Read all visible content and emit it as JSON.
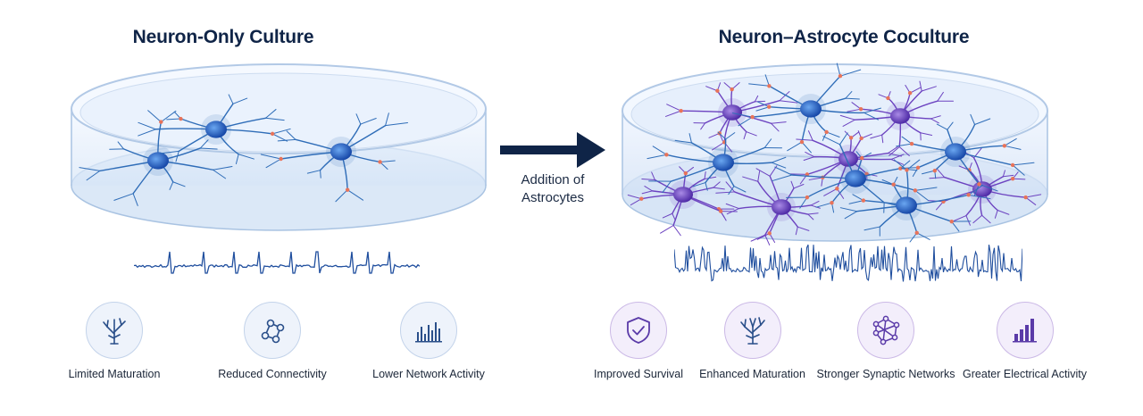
{
  "left_panel": {
    "title": "Neuron-Only Culture",
    "features": [
      {
        "label": "Limited Maturation",
        "icon": "tree-branch-icon"
      },
      {
        "label": "Reduced Connectivity",
        "icon": "network-nodes-icon"
      },
      {
        "label": "Lower Network Activity",
        "icon": "small-bars-icon"
      }
    ]
  },
  "transition": {
    "line1": "Addition of",
    "line2": "Astrocytes"
  },
  "right_panel": {
    "title": "Neuron–Astrocyte Coculture",
    "features": [
      {
        "label": "Improved Survival",
        "icon": "shield-check-icon"
      },
      {
        "label": "Enhanced Maturation",
        "icon": "tree-branch-icon"
      },
      {
        "label": "Stronger Synaptic Networks",
        "icon": "network-nodes-icon"
      },
      {
        "label": "Greater Electrical Activity",
        "icon": "tall-bars-icon"
      }
    ]
  },
  "colors": {
    "title": "#0f2447",
    "neuron": "#1f63c8",
    "neuron_dendrite": "#2f6db8",
    "astrocyte": "#6c43c0",
    "synapse_dot": "#e8735a",
    "trace": "#1f4e9e",
    "arrow": "#0f2447"
  }
}
